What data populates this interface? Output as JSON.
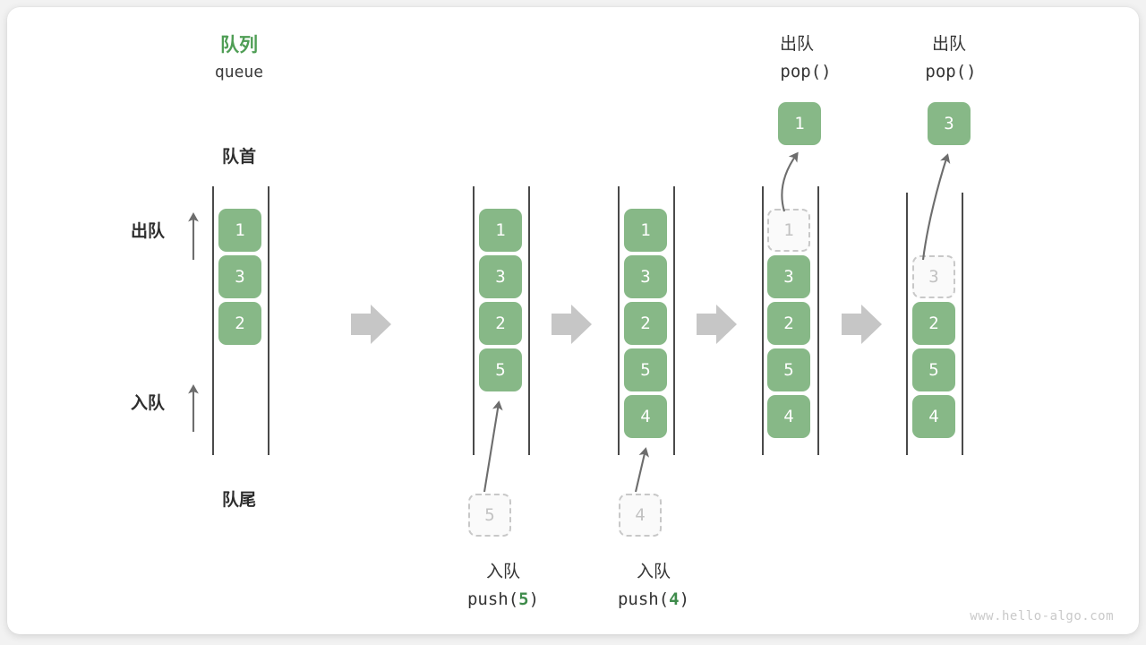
{
  "diagram": {
    "title_cn": "队列",
    "title_en": "queue",
    "head_label": "队首",
    "tail_label": "队尾",
    "dequeue_side_label": "出队",
    "enqueue_side_label": "入队",
    "watermark": "www.hello-algo.com",
    "accent_green": "#87b887",
    "title_green": "#4f9e55",
    "arg_green": "#3e8b4b",
    "ghost_gray": "#c2c2c2",
    "rail_color": "#4a4a4a",
    "flow_arrow_color": "#c6c6c6"
  },
  "stages": [
    {
      "id": "initial",
      "cells": [
        "1",
        "3",
        "2"
      ],
      "ghost_index": null,
      "caption_cn": "",
      "caption_code": ""
    },
    {
      "id": "push-5",
      "cells": [
        "1",
        "3",
        "2",
        "5"
      ],
      "ghost_index": null,
      "caption_cn": "入队",
      "caption_code_prefix": "push(",
      "caption_code_arg": "5",
      "caption_code_suffix": ")",
      "incoming_value": "5"
    },
    {
      "id": "push-4",
      "cells": [
        "1",
        "3",
        "2",
        "5",
        "4"
      ],
      "ghost_index": null,
      "caption_cn": "入队",
      "caption_code_prefix": "push(",
      "caption_code_arg": "4",
      "caption_code_suffix": ")",
      "incoming_value": "4"
    },
    {
      "id": "pop-1",
      "cells": [
        "1",
        "3",
        "2",
        "5",
        "4"
      ],
      "ghost_index": 0,
      "top_caption_cn": "出队",
      "top_caption_code": "pop()",
      "popped_value": "1"
    },
    {
      "id": "pop-3",
      "cells": [
        "3",
        "2",
        "5",
        "4"
      ],
      "ghost_index": 0,
      "top_caption_cn": "出队",
      "top_caption_code": "pop()",
      "popped_value": "3"
    }
  ]
}
